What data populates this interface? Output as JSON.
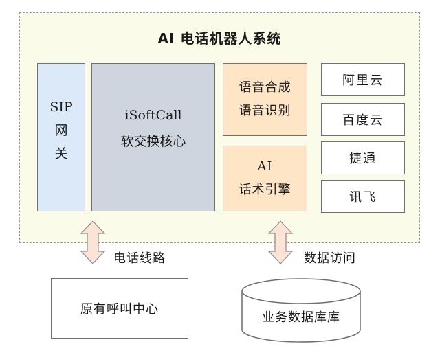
{
  "system": {
    "title": "AI 电话机器人系统"
  },
  "sip": {
    "line1": "SIP",
    "line2": "网",
    "line3": "关"
  },
  "core": {
    "line1": "iSoftCall",
    "line2": "软交换核心"
  },
  "speech": {
    "line1": "语音合成",
    "line2": "语音识别"
  },
  "engine": {
    "line1": "AI",
    "line2": "话术引擎"
  },
  "vendors": [
    "阿里云",
    "百度云",
    "捷通",
    "讯飞"
  ],
  "links": {
    "phone": "电话线路",
    "data": "数据访问"
  },
  "legacy": {
    "label": "原有呼叫中心"
  },
  "database": {
    "label": "业务数据库库"
  },
  "colors": {
    "system_bg": "#fbfbe9",
    "sip_bg": "#dbe9f8",
    "core_bg": "#cfd5de",
    "ai_bg": "#fde5c6",
    "arrow_fill": "#fbe4d5"
  }
}
